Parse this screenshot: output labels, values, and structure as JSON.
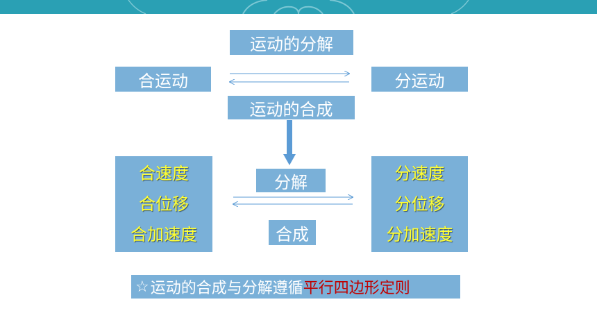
{
  "header_band": {
    "color": "#2aa0b4"
  },
  "decomposition_label": "运动的分解",
  "resultant_motion_label": "合运动",
  "component_motion_label": "分运动",
  "composition_label": "运动的合成",
  "resultant_quantities": [
    "合速度",
    "合位移",
    "合加速度"
  ],
  "component_quantities": [
    "分速度",
    "分位移",
    "分加速度"
  ],
  "decompose_label": "分解",
  "compose_label": "合成",
  "summary": {
    "star_icon": "☆",
    "prefix": "运动的合成与分解遵循",
    "highlight": "平行四边形定则"
  },
  "colors": {
    "box_fill": "#7ab0d8",
    "text_white": "#ffffff",
    "text_yellow": "#ffff33",
    "highlight_red": "#c00000",
    "arrow": "#5b9bd5"
  }
}
